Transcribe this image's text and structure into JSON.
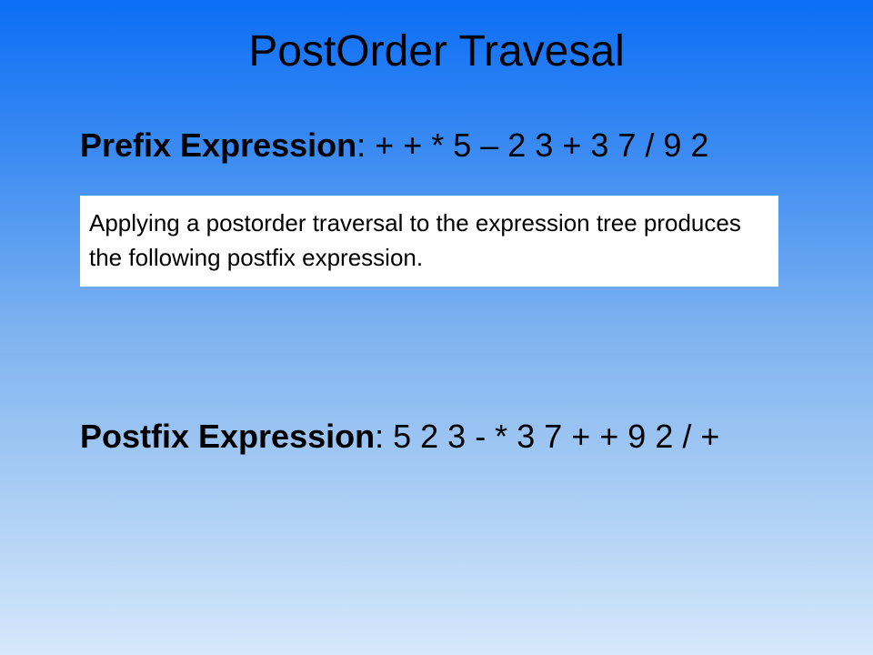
{
  "slide": {
    "title": "PostOrder Travesal",
    "prefix": {
      "label": "Prefix Expression",
      "separator": ": ",
      "value": "+ + * 5 – 2 3 + 3 7 / 9 2"
    },
    "note": "Applying a postorder traversal to the expression tree produces the following postfix expression.",
    "postfix": {
      "label": "Postfix Expression",
      "separator": ": ",
      "value": "5 2 3 - * 3 7 + + 9 2 / +"
    }
  },
  "colors": {
    "background_top": "#0b6ef5",
    "background_bottom": "#d6e8fb",
    "note_background": "#ffffff",
    "text": "#000000"
  }
}
